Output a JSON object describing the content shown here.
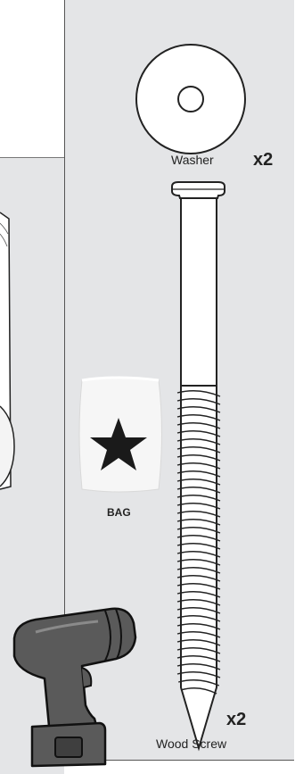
{
  "parts": [
    {
      "name": "Washer",
      "quantity": "x2",
      "icon": "washer-icon"
    },
    {
      "name": "Wood Screw",
      "quantity": "x2",
      "icon": "wood-screw-icon"
    }
  ],
  "bag": {
    "label": "BAG",
    "icon": "star-icon"
  },
  "tool": {
    "icon": "power-drill-icon"
  },
  "colors": {
    "panel": "#e4e5e7",
    "panel_border": "#555555",
    "outline": "#222222",
    "drill_body": "#5a5a5a"
  }
}
